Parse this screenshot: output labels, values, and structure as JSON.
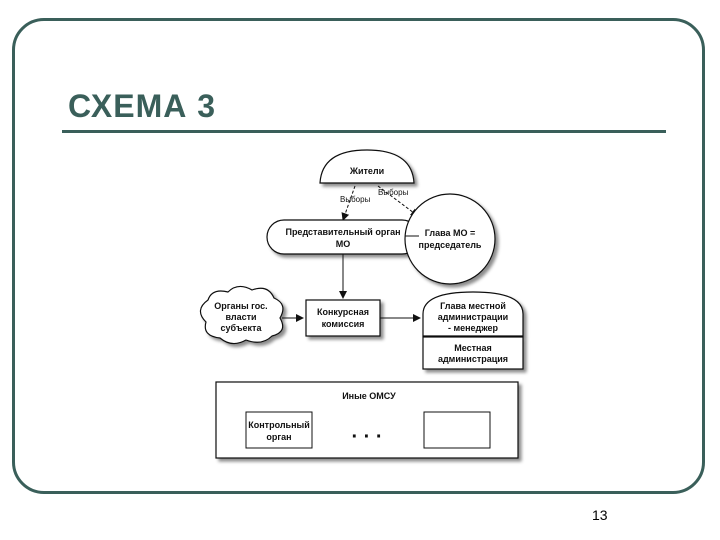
{
  "slide": {
    "title": "СХЕМА 3",
    "page_number": "13"
  },
  "diagram": {
    "residents": "Жители",
    "election_left": "Выборы",
    "election_right": "Выборы",
    "rep_body_line1": "Представительный орган",
    "rep_body_line2": "МО",
    "head_mo_line1": "Глава МО =",
    "head_mo_line2": "председатель",
    "state_bodies_line1": "Органы гос.",
    "state_bodies_line2": "власти",
    "state_bodies_line3": "субъекта",
    "commission_line1": "Конкурсная",
    "commission_line2": "комиссия",
    "head_admin_line1": "Глава местной",
    "head_admin_line2": "администрации",
    "head_admin_line3": "- менеджер",
    "local_admin_line1": "Местная",
    "local_admin_line2": "администрация",
    "other_omsu": "Иные ОМСУ",
    "control_body_line1": "Контрольный",
    "control_body_line2": "орган",
    "ellipsis": "· · ·"
  },
  "colors": {
    "accent": "#3a5f5a"
  }
}
